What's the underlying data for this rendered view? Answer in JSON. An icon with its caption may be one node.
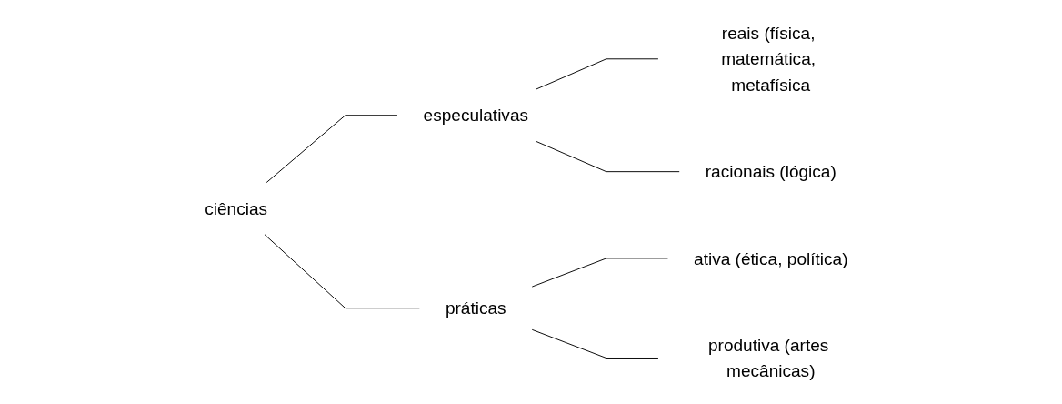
{
  "diagram": {
    "nodes": [
      {
        "text": [
          "ciências"
        ]
      },
      {
        "text": [
          "especulativas"
        ]
      },
      {
        "text": [
          "práticas"
        ]
      },
      {
        "text": [
          "reais (física, matemática, metafísica"
        ]
      },
      {
        "text": [
          "racionais (lógica)"
        ]
      },
      {
        "text": [
          "ativa (ética, política)"
        ]
      },
      {
        "text": [
          "produtiva (artes mecânicas)"
        ]
      }
    ],
    "edges": [
      {
        "from": 0,
        "to": 1,
        "arrow": "none"
      },
      {
        "from": 0,
        "to": 2,
        "arrow": "none"
      },
      {
        "from": 1,
        "to": 3,
        "arrow": "none"
      },
      {
        "from": 1,
        "to": 4,
        "arrow": "none"
      },
      {
        "from": 2,
        "to": 5,
        "arrow": "none"
      },
      {
        "from": 2,
        "to": 6,
        "arrow": "none"
      }
    ]
  }
}
